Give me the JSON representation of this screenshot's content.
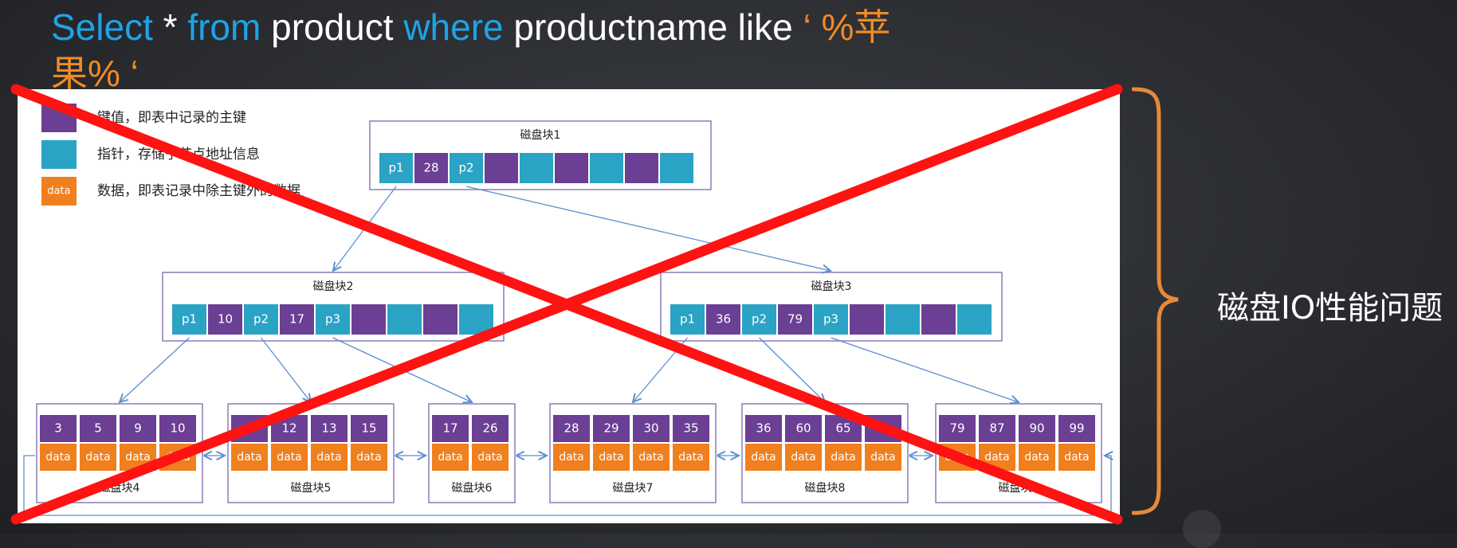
{
  "sql": {
    "line1": [
      {
        "t": "Select",
        "c": "kw"
      },
      {
        "t": " * ",
        "c": "tx"
      },
      {
        "t": "from",
        "c": "kw"
      },
      {
        "t": " product ",
        "c": "tx"
      },
      {
        "t": "where",
        "c": "kw"
      },
      {
        "t": " productname like ",
        "c": "tx"
      },
      {
        "t": "‘ %苹",
        "c": "lit"
      }
    ],
    "line2": [
      {
        "t": "果% ‘",
        "c": "lit"
      }
    ]
  },
  "legend": [
    {
      "kind": "key",
      "label": "键值，即表中记录的主键"
    },
    {
      "kind": "pointer",
      "label": "指针，存储子节点地址信息"
    },
    {
      "kind": "data",
      "swatch_text": "data",
      "label": "数据，即表记录中除主键外的数据"
    }
  ],
  "colors": {
    "key": "#6b3f94",
    "pointer": "#2aa3c4",
    "data": "#f07f1e",
    "node_border": "#8e7bb8",
    "edge": "#5b8fcf",
    "cross": "#ff1212",
    "brace": "#e58a3a"
  },
  "tree": {
    "root": {
      "title": "磁盘块1",
      "cells": [
        "p1",
        "28",
        "p2",
        "",
        "",
        "",
        "",
        "",
        ""
      ]
    },
    "level2": [
      {
        "title": "磁盘块2",
        "cells": [
          "p1",
          "10",
          "p2",
          "17",
          "p3",
          "",
          "",
          "",
          ""
        ]
      },
      {
        "title": "磁盘块3",
        "cells": [
          "p1",
          "36",
          "p2",
          "79",
          "p3",
          "",
          "",
          "",
          ""
        ]
      }
    ],
    "leaves": [
      {
        "title": "磁盘块4",
        "keys": [
          "3",
          "5",
          "9",
          "10"
        ]
      },
      {
        "title": "磁盘块5",
        "keys": [
          "",
          "12",
          "13",
          "15"
        ]
      },
      {
        "title": "磁盘块6",
        "keys": [
          "17",
          "26"
        ]
      },
      {
        "title": "磁盘块7",
        "keys": [
          "28",
          "29",
          "30",
          "35"
        ]
      },
      {
        "title": "磁盘块8",
        "keys": [
          "36",
          "60",
          "65",
          ""
        ]
      },
      {
        "title": "磁盘块9",
        "keys": [
          "79",
          "87",
          "90",
          "99"
        ]
      }
    ],
    "data_label": "data"
  },
  "brace_label": "磁盘IO性能问题"
}
